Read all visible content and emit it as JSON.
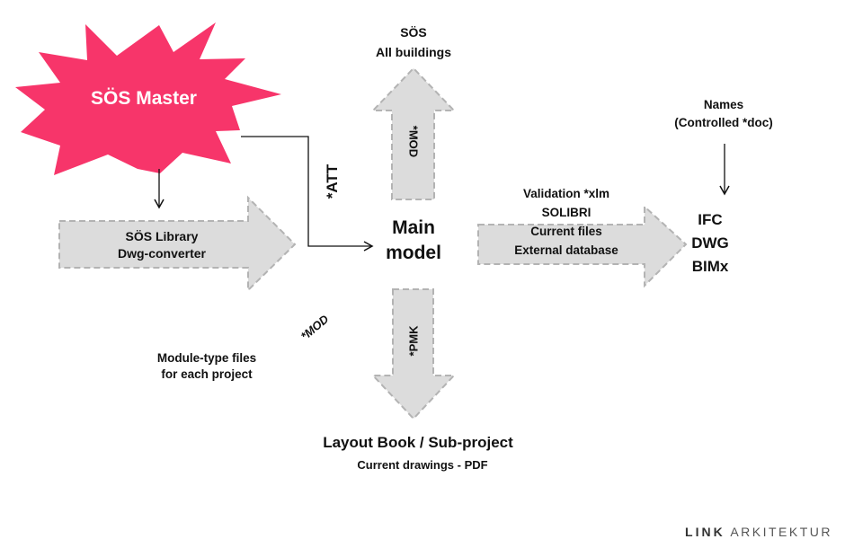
{
  "colors": {
    "star_fill": "#f7356a",
    "arrow_fill": "#dcdcdc",
    "arrow_stroke": "#b3b3b3",
    "line": "#111111"
  },
  "star": {
    "label": "SÖS Master"
  },
  "top": {
    "line1": "SÖS",
    "line2": "All buildings",
    "arrow_label": "*MOD"
  },
  "library": {
    "line1": "SÖS Library",
    "line2": "Dwg-converter"
  },
  "connector": {
    "label": "*ATT"
  },
  "main_model": {
    "line1": "Main",
    "line2": "model"
  },
  "right_arrow": {
    "line1": "Validation *xlm",
    "line2": "SOLIBRI",
    "line3": "Current files",
    "line4": "External database"
  },
  "names": {
    "line1": "Names",
    "line2": "(Controlled *doc)"
  },
  "formats": [
    "IFC",
    "DWG",
    "BIMx"
  ],
  "module": {
    "diag_label": "*MOD",
    "line1": "Module-type files",
    "line2": "for each project"
  },
  "bottom": {
    "arrow_label": "*PMK",
    "title": "Layout Book / Sub-project",
    "subtitle": "Current drawings - PDF"
  },
  "logo": {
    "bold": "LINK",
    "light": "ARKITEKTUR"
  }
}
